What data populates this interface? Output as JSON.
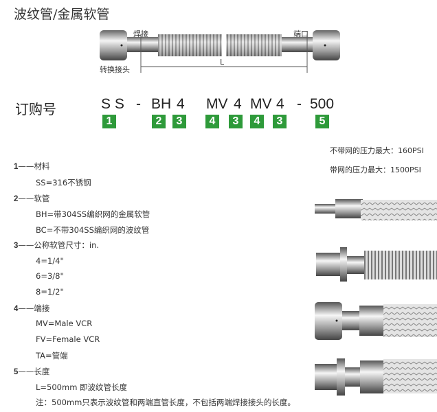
{
  "title": "波纹管/金属软管",
  "diagram": {
    "weld_label": "焊接",
    "port_label": "端口",
    "adapter_label": "转换接头",
    "length_label": "L"
  },
  "order": {
    "label": "订购号",
    "codes": [
      "S S",
      "-",
      "BH",
      "4",
      "MV",
      "4",
      "MV",
      "4",
      "-",
      "500"
    ],
    "badges": [
      "1",
      "2",
      "3",
      "4",
      "3",
      "4",
      "3",
      "5"
    ],
    "badge_color": "#2e9a3a"
  },
  "pressure": {
    "without_mesh": "不带网的压力最大：160PSI",
    "with_mesh": "带网的压力最大：1500PSI"
  },
  "sections": [
    {
      "num": "1",
      "dash": "——",
      "title": "材料",
      "items": [
        "SS=316不锈钢"
      ]
    },
    {
      "num": "2",
      "dash": "——",
      "title": "软管",
      "items": [
        "BH=带304SS编织网的金属软管",
        "BC=不带304SS编织网的波纹管"
      ]
    },
    {
      "num": "3",
      "dash": "——",
      "title": "公称软管尺寸：in.",
      "items": [
        "4=1/4\"",
        "6=3/8\"",
        "8=1/2\""
      ]
    },
    {
      "num": "4",
      "dash": "——",
      "title": "端接",
      "items": [
        "MV=Male VCR",
        "FV=Female VCR",
        "TA=管端"
      ]
    },
    {
      "num": "5",
      "dash": "——",
      "title": "长度",
      "items": [
        "L=500mm 即波纹管长度"
      ]
    }
  ],
  "note": "注：500mm只表示波纹管和两端直管长度，不包括两端焊接接头的长度。"
}
